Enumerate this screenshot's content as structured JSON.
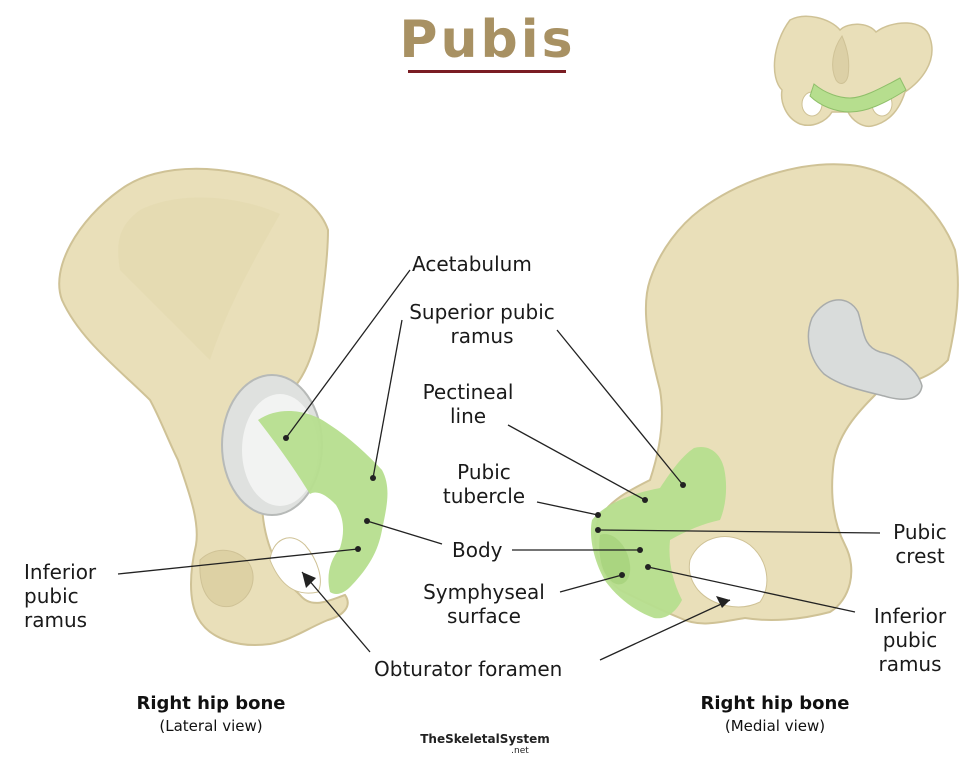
{
  "title": "Pubis",
  "colors": {
    "title": "#a89163",
    "title_rule": "#7a1d23",
    "bone": "#e9dfb9",
    "bone_shadow": "#cfc296",
    "pubis_highlight": "#b6de8e",
    "cartilage": "#d9dcdb",
    "leader_line": "#222222"
  },
  "labels": {
    "acetabulum": "Acetabulum",
    "superior_pubic_ramus_1": "Superior pubic",
    "superior_pubic_ramus_2": "ramus",
    "pectineal_line_1": "Pectineal",
    "pectineal_line_2": "line",
    "pubic_tubercle_1": "Pubic",
    "pubic_tubercle_2": "tubercle",
    "body": "Body",
    "symphyseal_surface_1": "Symphyseal",
    "symphyseal_surface_2": "surface",
    "obturator_foramen": "Obturator foramen",
    "inferior_pubic_ramus_left_1": "Inferior",
    "inferior_pubic_ramus_left_2": "pubic",
    "inferior_pubic_ramus_left_3": "ramus",
    "pubic_crest_1": "Pubic",
    "pubic_crest_2": "crest",
    "inferior_pubic_ramus_right_1": "Inferior",
    "inferior_pubic_ramus_right_2": "pubic",
    "inferior_pubic_ramus_right_3": "ramus"
  },
  "captions": {
    "left_title": "Right hip bone",
    "left_view": "(Lateral view)",
    "right_title": "Right hip bone",
    "right_view": "(Medial view)"
  },
  "watermark": {
    "name": "TheSkeletalSystem",
    "suffix": ".net"
  }
}
